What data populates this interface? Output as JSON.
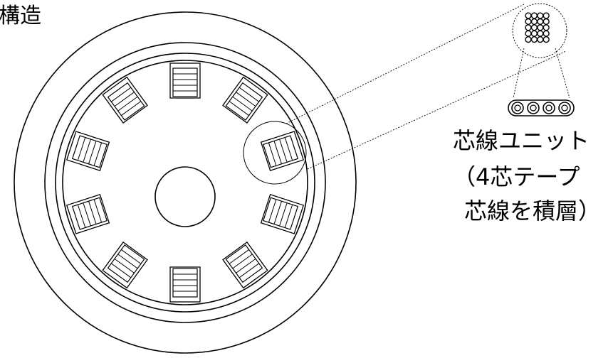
{
  "title": "構造",
  "unit_caption": {
    "line1": "芯線ユニット",
    "line2": "（4芯テープ",
    "line3": "芯線を積層）"
  },
  "colors": {
    "ink": "#000000",
    "background": "#ffffff"
  },
  "unit_count": 10,
  "wires_per_tape": 4,
  "tapes_per_stack": 5
}
